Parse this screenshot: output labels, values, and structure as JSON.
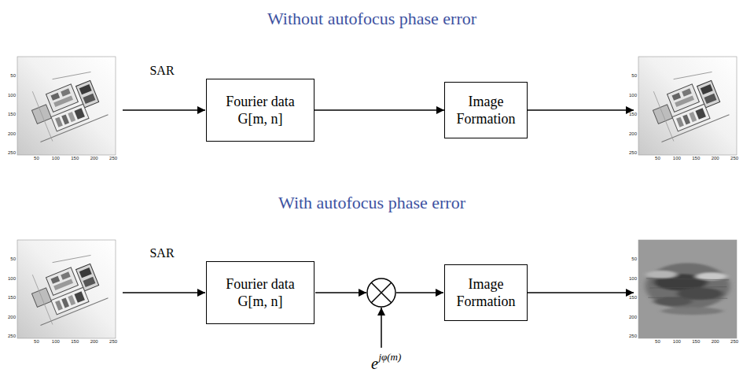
{
  "diagram": {
    "nodes": [
      {
        "text": [
          "Fourier data G[m, n]"
        ]
      },
      {
        "text": [
          "Image Formation"
        ]
      },
      {
        "text": [
          "Fourier data G[m, n]"
        ]
      },
      {
        "text": [
          "Image Formation"
        ]
      }
    ],
    "edges": [
      {
        "from": 0,
        "to": 1,
        "arrow": "to"
      }
    ],
    "labels": [
      "Without autofocus phase error",
      "SAR",
      "50",
      "100",
      "150",
      "200",
      "250",
      "50",
      "100",
      "150",
      "200",
      "250",
      "50",
      "100",
      "150",
      "200",
      "250",
      "50",
      "100",
      "150",
      "200",
      "250",
      "With autofocus phase error",
      "SAR",
      "50",
      "100",
      "150",
      "200",
      "250",
      "50",
      "100",
      "150",
      "200",
      "250",
      "e",
      "jφ(m)",
      "50",
      "100",
      "150",
      "200",
      "250",
      "50",
      "100",
      "150",
      "200",
      "250"
    ]
  }
}
